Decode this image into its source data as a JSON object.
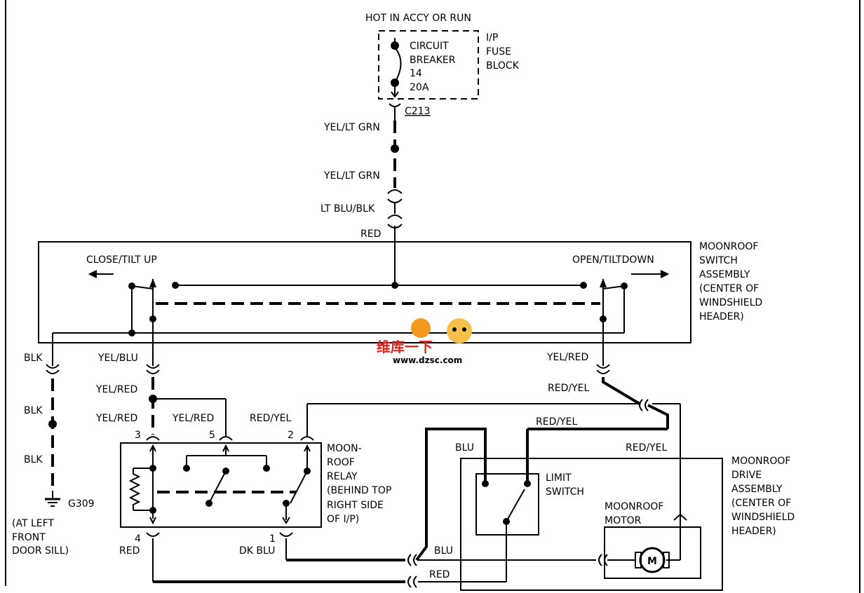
{
  "labels": {
    "hot_in": "HOT IN ACCY OR RUN",
    "cb1": "CIRCUIT",
    "cb2": "BREAKER",
    "cb3": "14",
    "cb4": "20A",
    "ip1": "I/P",
    "ip2": "FUSE",
    "ip3": "BLOCK",
    "c213": "C213",
    "w_yel_ltgrn_1": "YEL/LT GRN",
    "w_yel_ltgrn_2": "YEL/LT GRN",
    "w_ltblu_blk": "LT BLU/BLK",
    "w_red_top": "RED",
    "close_tilt": "CLOSE/TILT UP",
    "open_tilt": "OPEN/TILTDOWN",
    "sw1": "MOONROOF",
    "sw2": "SWITCH",
    "sw3": "ASSEMBLY",
    "sw4": "(CENTER OF",
    "sw5": "WINDSHIELD",
    "sw6": "HEADER)",
    "blk1": "BLK",
    "blk2": "BLK",
    "blk3": "BLK",
    "g309": "G309",
    "gnd1": "(AT LEFT",
    "gnd2": "FRONT",
    "gnd3": "DOOR SILL)",
    "yel_blu": "YEL/BLU",
    "yel_red_1": "YEL/RED",
    "yel_red_2": "YEL/RED",
    "yel_red_3": "YEL/RED",
    "red_yel_relay": "RED/YEL",
    "yel_red_sw": "YEL/RED",
    "red_yel_a": "RED/YEL",
    "red_yel_b": "RED/YEL",
    "red_yel_c": "RED/YEL",
    "pin3": "3",
    "pin5": "5",
    "pin2": "2",
    "pin4": "4",
    "pin1": "1",
    "relay1": "MOON-",
    "relay2": "ROOF",
    "relay3": "RELAY",
    "relay4": "(BEHIND TOP",
    "relay5": "RIGHT SIDE",
    "relay6": "OF I/P)",
    "red_bottom": "RED",
    "dk_blu": "DK BLU",
    "blu_1": "BLU",
    "blu_2": "BLU",
    "red_2": "RED",
    "limit1": "LIMIT",
    "limit2": "SWITCH",
    "motor1": "MOONROOF",
    "motor2": "MOTOR",
    "motor_m": "M",
    "drive1": "MOONROOF",
    "drive2": "DRIVE",
    "drive3": "ASSEMBLY",
    "drive4": "(CENTER OF",
    "drive5": "WINDSHIELD",
    "drive6": "HEADER)",
    "wm_cn": "维库一下",
    "wm_url": "www.dzsc.com"
  },
  "colors": {
    "line": "#000000",
    "watermark_red": "#e0241b",
    "watermark_orange": "#f39a1e"
  }
}
